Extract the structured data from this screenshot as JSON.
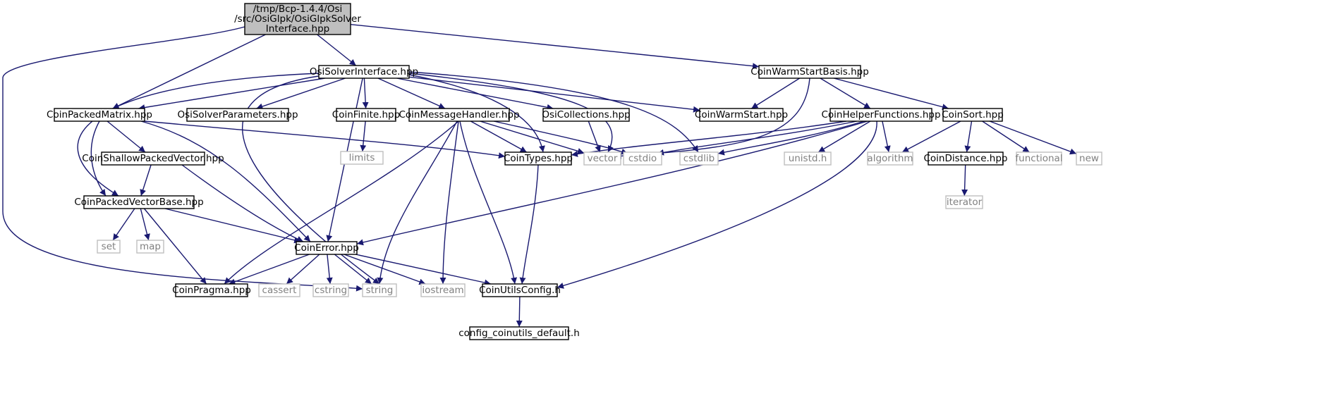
{
  "colors": {
    "edge": "#191970",
    "root_fill": "#bfbfbf",
    "node_border": "#000000",
    "external_border": "#bfbfbf",
    "external_text": "#808080",
    "text": "#000000"
  },
  "nodes": [
    {
      "id": "root",
      "kind": "root",
      "lines": [
        "/tmp/Bcp-1.4.4/Osi",
        "/src/OsiGlpk/OsiGlpkSolver",
        "Interface.hpp"
      ]
    },
    {
      "id": "osisolverinterface",
      "kind": "file",
      "lines": [
        "OsiSolverInterface.hpp"
      ]
    },
    {
      "id": "coinwarmstartbasis",
      "kind": "file",
      "lines": [
        "CoinWarmStartBasis.hpp"
      ]
    },
    {
      "id": "coinpackedmatrix",
      "kind": "file",
      "lines": [
        "CoinPackedMatrix.hpp"
      ]
    },
    {
      "id": "osisolverparameters",
      "kind": "file",
      "lines": [
        "OsiSolverParameters.hpp"
      ]
    },
    {
      "id": "coinfinite",
      "kind": "file",
      "lines": [
        "CoinFinite.hpp"
      ]
    },
    {
      "id": "coinmessagehandler",
      "kind": "file",
      "lines": [
        "CoinMessageHandler.hpp"
      ]
    },
    {
      "id": "osicollections",
      "kind": "file",
      "lines": [
        "OsiCollections.hpp"
      ]
    },
    {
      "id": "coinwarmstart",
      "kind": "file",
      "lines": [
        "CoinWarmStart.hpp"
      ]
    },
    {
      "id": "coinhelperfunctions",
      "kind": "file",
      "lines": [
        "CoinHelperFunctions.hpp"
      ]
    },
    {
      "id": "coinsort",
      "kind": "file",
      "lines": [
        "CoinSort.hpp"
      ]
    },
    {
      "id": "limits",
      "kind": "external",
      "lines": [
        "limits"
      ]
    },
    {
      "id": "coinshallowpackedvector",
      "kind": "file",
      "lines": [
        "CoinShallowPackedVector.hpp"
      ]
    },
    {
      "id": "cointypes",
      "kind": "file",
      "lines": [
        "CoinTypes.hpp"
      ]
    },
    {
      "id": "vector",
      "kind": "external",
      "lines": [
        "vector"
      ]
    },
    {
      "id": "cstdio",
      "kind": "external",
      "lines": [
        "cstdio"
      ]
    },
    {
      "id": "cstdlib",
      "kind": "external",
      "lines": [
        "cstdlib"
      ]
    },
    {
      "id": "unistd",
      "kind": "external",
      "lines": [
        "unistd.h"
      ]
    },
    {
      "id": "algorithm",
      "kind": "external",
      "lines": [
        "algorithm"
      ]
    },
    {
      "id": "coindistance",
      "kind": "file",
      "lines": [
        "CoinDistance.hpp"
      ]
    },
    {
      "id": "functional",
      "kind": "external",
      "lines": [
        "functional"
      ]
    },
    {
      "id": "new",
      "kind": "external",
      "lines": [
        "new"
      ]
    },
    {
      "id": "iterator",
      "kind": "external",
      "lines": [
        "iterator"
      ]
    },
    {
      "id": "coinpackedvectorbase",
      "kind": "file",
      "lines": [
        "CoinPackedVectorBase.hpp"
      ]
    },
    {
      "id": "set",
      "kind": "external",
      "lines": [
        "set"
      ]
    },
    {
      "id": "map",
      "kind": "external",
      "lines": [
        "map"
      ]
    },
    {
      "id": "coinerror",
      "kind": "file",
      "lines": [
        "CoinError.hpp"
      ]
    },
    {
      "id": "coinpragma",
      "kind": "file",
      "lines": [
        "CoinPragma.hpp"
      ]
    },
    {
      "id": "cassert",
      "kind": "external",
      "lines": [
        "cassert"
      ]
    },
    {
      "id": "cstring",
      "kind": "external",
      "lines": [
        "cstring"
      ]
    },
    {
      "id": "string",
      "kind": "external",
      "lines": [
        "string"
      ]
    },
    {
      "id": "iostream",
      "kind": "external",
      "lines": [
        "iostream"
      ]
    },
    {
      "id": "coinutilsconfig",
      "kind": "file",
      "lines": [
        "CoinUtilsConfig.h"
      ]
    },
    {
      "id": "config_coinutils_default",
      "kind": "file",
      "lines": [
        "config_coinutils_default.h"
      ]
    }
  ],
  "edges": [
    [
      "root",
      "osisolverinterface"
    ],
    [
      "root",
      "coinwarmstartbasis"
    ],
    [
      "root",
      "coinpackedmatrix"
    ],
    [
      "root",
      "string"
    ],
    [
      "osisolverinterface",
      "coinpackedmatrix"
    ],
    [
      "osisolverinterface",
      "coinpackedvectorbase"
    ],
    [
      "osisolverinterface",
      "osisolverparameters"
    ],
    [
      "osisolverinterface",
      "coinfinite"
    ],
    [
      "osisolverinterface",
      "coinmessagehandler"
    ],
    [
      "osisolverinterface",
      "osicollections"
    ],
    [
      "osisolverinterface",
      "coinwarmstart"
    ],
    [
      "osisolverinterface",
      "cointypes"
    ],
    [
      "osisolverinterface",
      "vector"
    ],
    [
      "osisolverinterface",
      "cstdlib"
    ],
    [
      "osisolverinterface",
      "coinerror"
    ],
    [
      "osisolverinterface",
      "string"
    ],
    [
      "coinwarmstartbasis",
      "coinwarmstart"
    ],
    [
      "coinwarmstartbasis",
      "coinhelperfunctions"
    ],
    [
      "coinwarmstartbasis",
      "coinsort"
    ],
    [
      "coinwarmstartbasis",
      "vector"
    ],
    [
      "coinpackedmatrix",
      "coinshallowpackedvector"
    ],
    [
      "coinpackedmatrix",
      "coinpackedvectorbase"
    ],
    [
      "coinpackedmatrix",
      "cointypes"
    ],
    [
      "coinpackedmatrix",
      "coinerror"
    ],
    [
      "coinfinite",
      "limits"
    ],
    [
      "coinmessagehandler",
      "cointypes"
    ],
    [
      "coinmessagehandler",
      "vector"
    ],
    [
      "coinmessagehandler",
      "cstdio"
    ],
    [
      "coinmessagehandler",
      "coinpragma"
    ],
    [
      "coinmessagehandler",
      "string"
    ],
    [
      "coinmessagehandler",
      "iostream"
    ],
    [
      "coinmessagehandler",
      "coinutilsconfig"
    ],
    [
      "osicollections",
      "vector"
    ],
    [
      "coinhelperfunctions",
      "cointypes"
    ],
    [
      "coinhelperfunctions",
      "cstdio"
    ],
    [
      "coinhelperfunctions",
      "cstdlib"
    ],
    [
      "coinhelperfunctions",
      "unistd"
    ],
    [
      "coinhelperfunctions",
      "algorithm"
    ],
    [
      "coinhelperfunctions",
      "coinerror"
    ],
    [
      "coinhelperfunctions",
      "coinutilsconfig"
    ],
    [
      "coinsort",
      "algorithm"
    ],
    [
      "coinsort",
      "coindistance"
    ],
    [
      "coinsort",
      "functional"
    ],
    [
      "coinsort",
      "new"
    ],
    [
      "coindistance",
      "iterator"
    ],
    [
      "coinshallowpackedvector",
      "coinpackedvectorbase"
    ],
    [
      "coinshallowpackedvector",
      "coinerror"
    ],
    [
      "cointypes",
      "coinutilsconfig"
    ],
    [
      "coinpackedvectorbase",
      "set"
    ],
    [
      "coinpackedvectorbase",
      "map"
    ],
    [
      "coinpackedvectorbase",
      "coinpragma"
    ],
    [
      "coinpackedvectorbase",
      "coinerror"
    ],
    [
      "coinerror",
      "coinpragma"
    ],
    [
      "coinerror",
      "cassert"
    ],
    [
      "coinerror",
      "cstring"
    ],
    [
      "coinerror",
      "string"
    ],
    [
      "coinerror",
      "iostream"
    ],
    [
      "coinerror",
      "coinutilsconfig"
    ],
    [
      "coinutilsconfig",
      "config_coinutils_default"
    ]
  ]
}
